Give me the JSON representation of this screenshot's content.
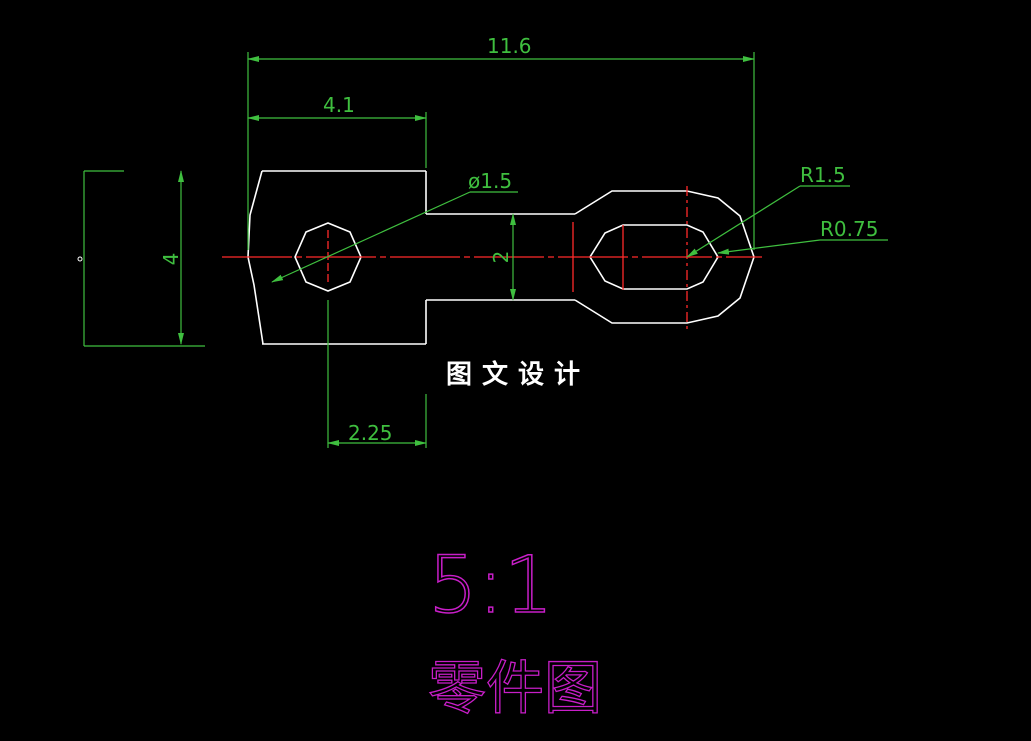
{
  "colors": {
    "background": "#000000",
    "part_outline": "#ffffff",
    "dimension": "#3fbf3f",
    "centerline": "#ff2a2a",
    "title": "#c81ec8"
  },
  "dimensions": {
    "overall_length": "11.6",
    "head_length": "4.1",
    "hole_diameter": "ø1.5",
    "outer_radius": "R1.5",
    "inner_radius": "R0.75",
    "head_height": "4",
    "neck_height": "2",
    "hole_offset": "2.25"
  },
  "caption": "图文设计",
  "scale": "5:1",
  "title": "零件图"
}
